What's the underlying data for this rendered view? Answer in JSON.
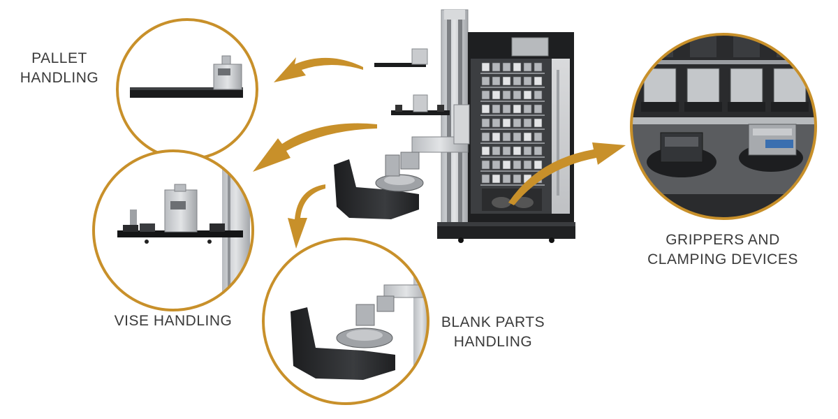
{
  "labels": {
    "pallet": [
      "PALLET",
      "HANDLING"
    ],
    "vise": [
      "VISE HANDLING"
    ],
    "blank": [
      "BLANK PARTS",
      "HANDLING"
    ],
    "grippers": [
      "GRIPPERS AND",
      "CLAMPING DEVICES"
    ]
  },
  "colors": {
    "accent": "#c8902a",
    "steel_light": "#c7c9cc",
    "steel_mid": "#9a9da1",
    "dark": "#2a2b2d",
    "black": "#141516",
    "text": "#3a3a3a"
  }
}
